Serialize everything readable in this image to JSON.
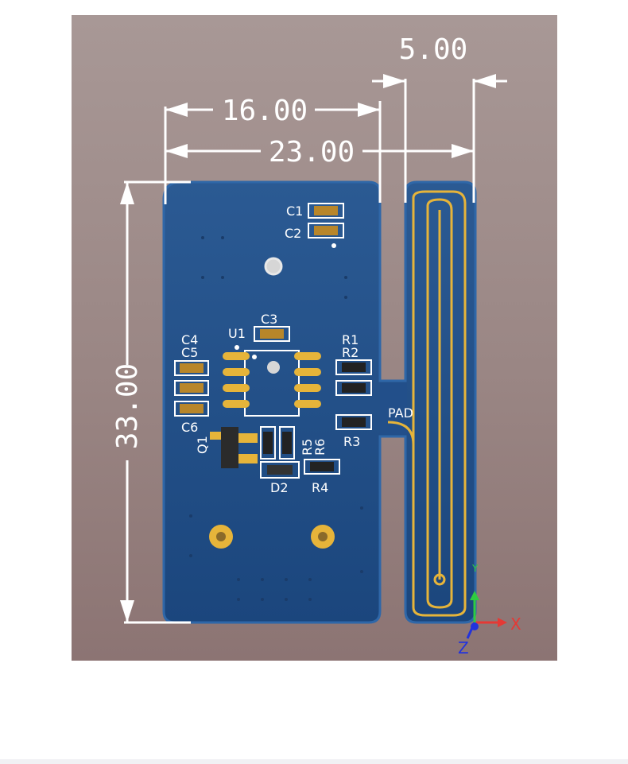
{
  "dimensions": {
    "top_right": "5.00",
    "inner_width": "16.00",
    "outer_width": "23.00",
    "height": "33.00"
  },
  "components": {
    "C1": "C1",
    "C2": "C2",
    "C3": "C3",
    "C4": "C4",
    "C5": "C5",
    "C6": "C6",
    "U1": "U1",
    "R1": "R1",
    "R2": "R2",
    "R3": "R3",
    "R4": "R4",
    "R5": "R5",
    "R6": "R6",
    "Q1": "Q1",
    "D2": "D2",
    "PAD": "PAD"
  },
  "axes": {
    "x": "X",
    "y": "Y",
    "z": "Z"
  },
  "colors": {
    "board": "#1d4a82",
    "board_edge": "#2a5f9f",
    "copper": "#e6b43a",
    "silkscreen": "#ffffff",
    "x_axis": "#e53935",
    "y_axis": "#2ecc40",
    "z_axis": "#2233dd"
  }
}
